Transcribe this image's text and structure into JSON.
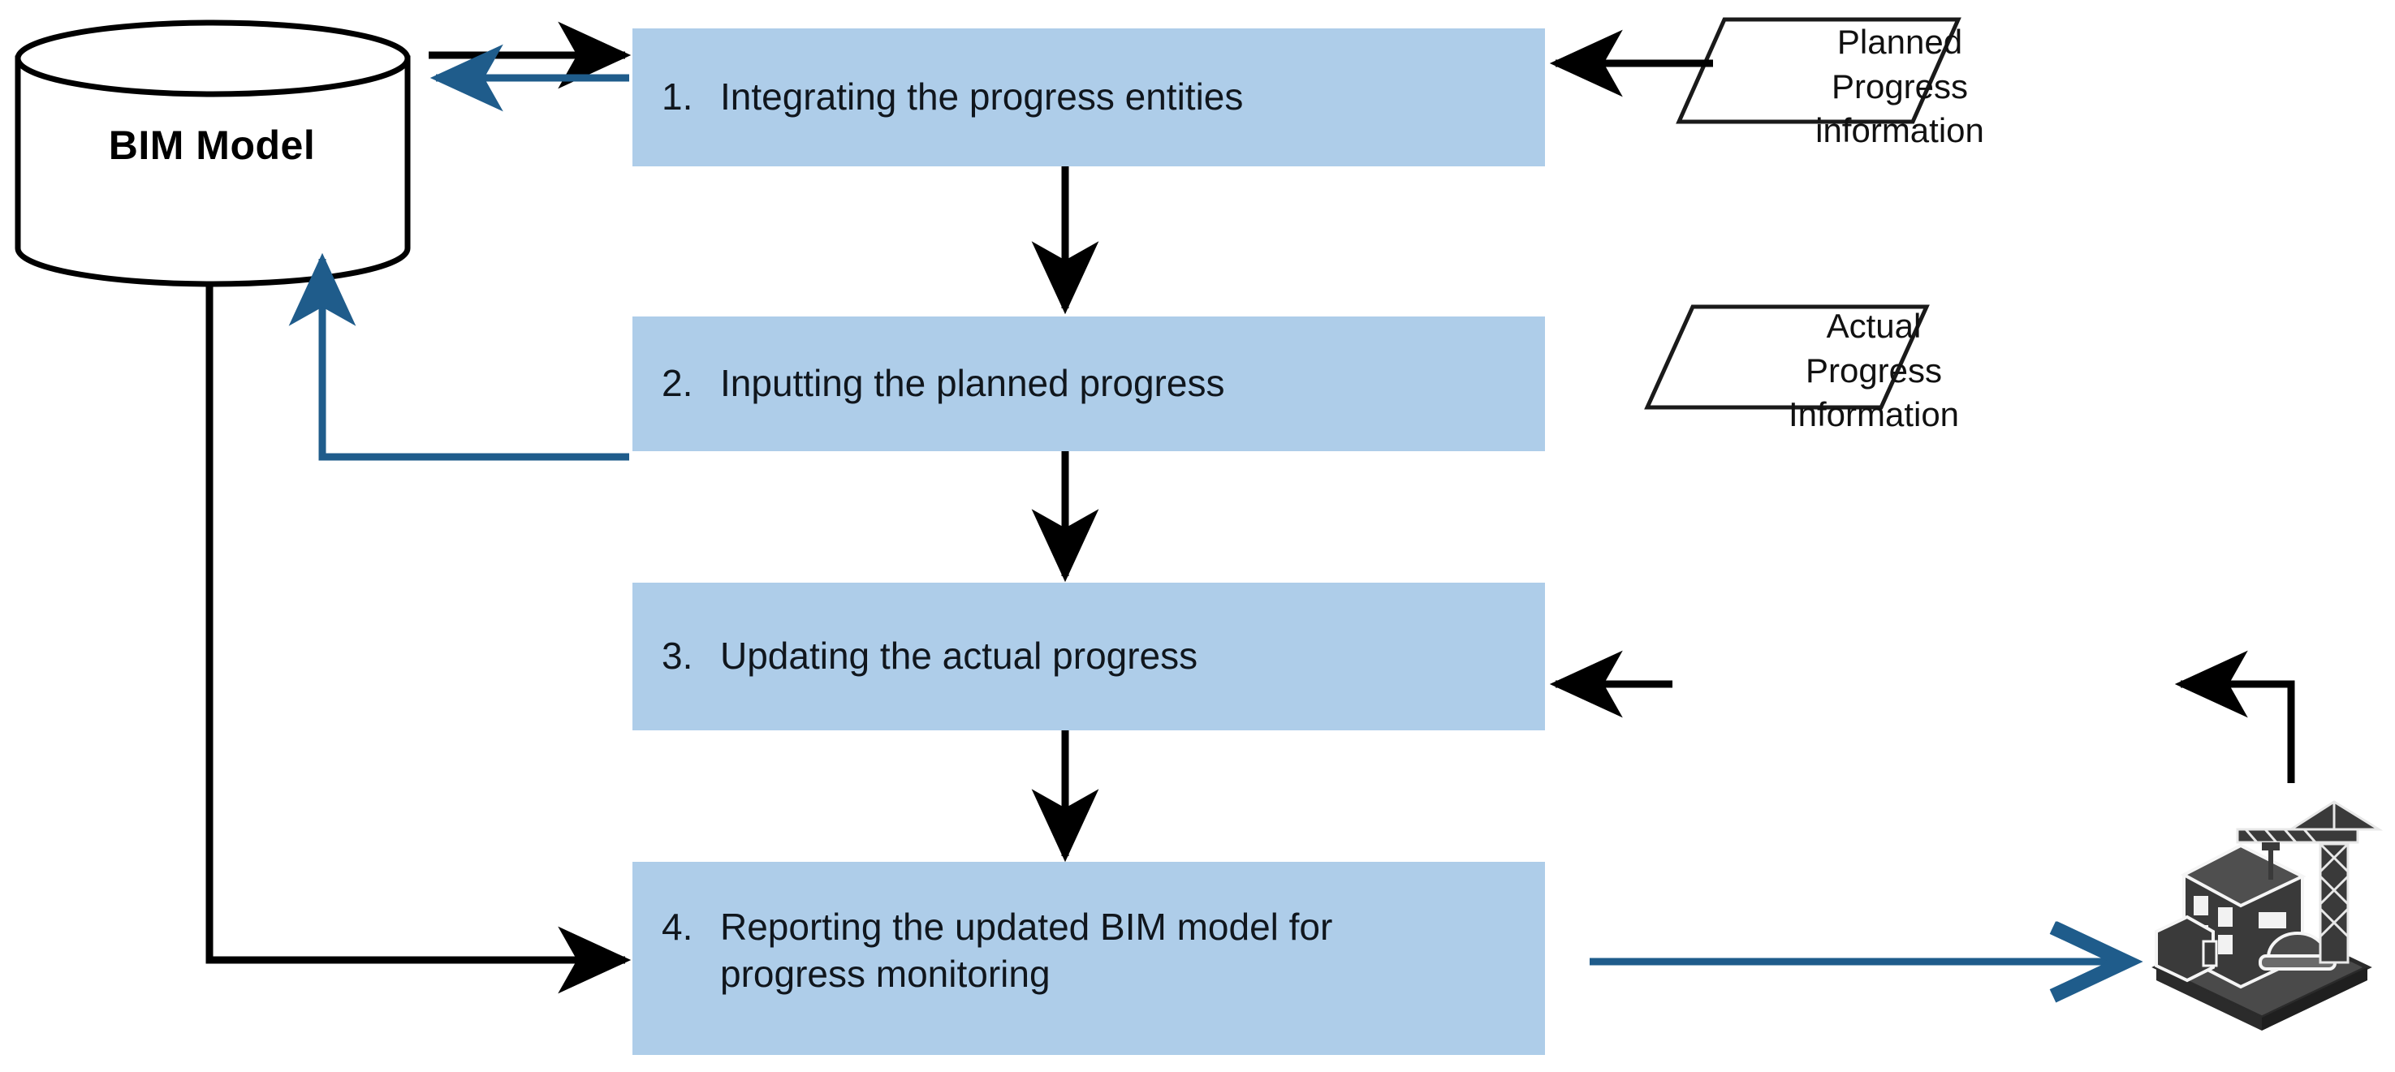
{
  "diagram": {
    "title_present": false,
    "colors": {
      "process_fill": "#aecde9",
      "blue_arrow": "#1f5c8b",
      "black_arrow": "#000000",
      "text": "#111111"
    },
    "datastore": {
      "name": "BIM Model",
      "shape": "cylinder"
    },
    "process_boxes": [
      {
        "number": "1.",
        "label": "Integrating the progress entities"
      },
      {
        "number": "2.",
        "label": "Inputting the planned progress"
      },
      {
        "number": "3.",
        "label": "Updating the actual progress"
      },
      {
        "number": "4.",
        "label_line1": "Reporting the updated BIM model for",
        "label_line2": "progress monitoring"
      }
    ],
    "io_shapes": [
      {
        "id": "planned-progress-information",
        "shape": "parallelogram",
        "line1": "Planned",
        "line2": "Progress",
        "line3": "information"
      },
      {
        "id": "actual-progress-information",
        "shape": "parallelogram",
        "line1": "Actual",
        "line2": "Progress",
        "line3": "Information"
      }
    ],
    "icons": {
      "construction_site": "construction-site-icon"
    },
    "connectors": [
      {
        "from": "BIM Model",
        "to": "1. Integrating the progress entities",
        "color": "#000000",
        "direction": "right"
      },
      {
        "from": "1. Integrating the progress entities",
        "to": "BIM Model",
        "color": "#1f5c8b",
        "direction": "left"
      },
      {
        "from": "1. Integrating the progress entities",
        "to": "2. Inputting the planned progress",
        "color": "#000000",
        "direction": "down"
      },
      {
        "from": "2. Inputting the planned progress",
        "to": "3. Updating the actual progress",
        "color": "#000000",
        "direction": "down"
      },
      {
        "from": "3. Updating the actual progress",
        "to": "4. Reporting the updated BIM model for progress monitoring",
        "color": "#000000",
        "direction": "down"
      },
      {
        "from": "Planned Progress information",
        "to": "1. Integrating the progress entities",
        "color": "#000000",
        "direction": "left"
      },
      {
        "from": "Actual Progress Information",
        "to": "3. Updating the actual progress",
        "color": "#000000",
        "direction": "left"
      },
      {
        "from": "construction-site-icon",
        "to": "Actual Progress Information",
        "color": "#000000",
        "direction": "left"
      },
      {
        "from": "3. Updating the actual progress",
        "to": "BIM Model",
        "color": "#1f5c8b",
        "direction": "up"
      },
      {
        "from": "BIM Model",
        "to": "4. Reporting the updated BIM model for progress monitoring",
        "color": "#000000",
        "direction": "right"
      },
      {
        "from": "4. Reporting the updated BIM model for progress monitoring",
        "to": "construction-site-icon",
        "color": "#1f5c8b",
        "direction": "right"
      }
    ]
  }
}
